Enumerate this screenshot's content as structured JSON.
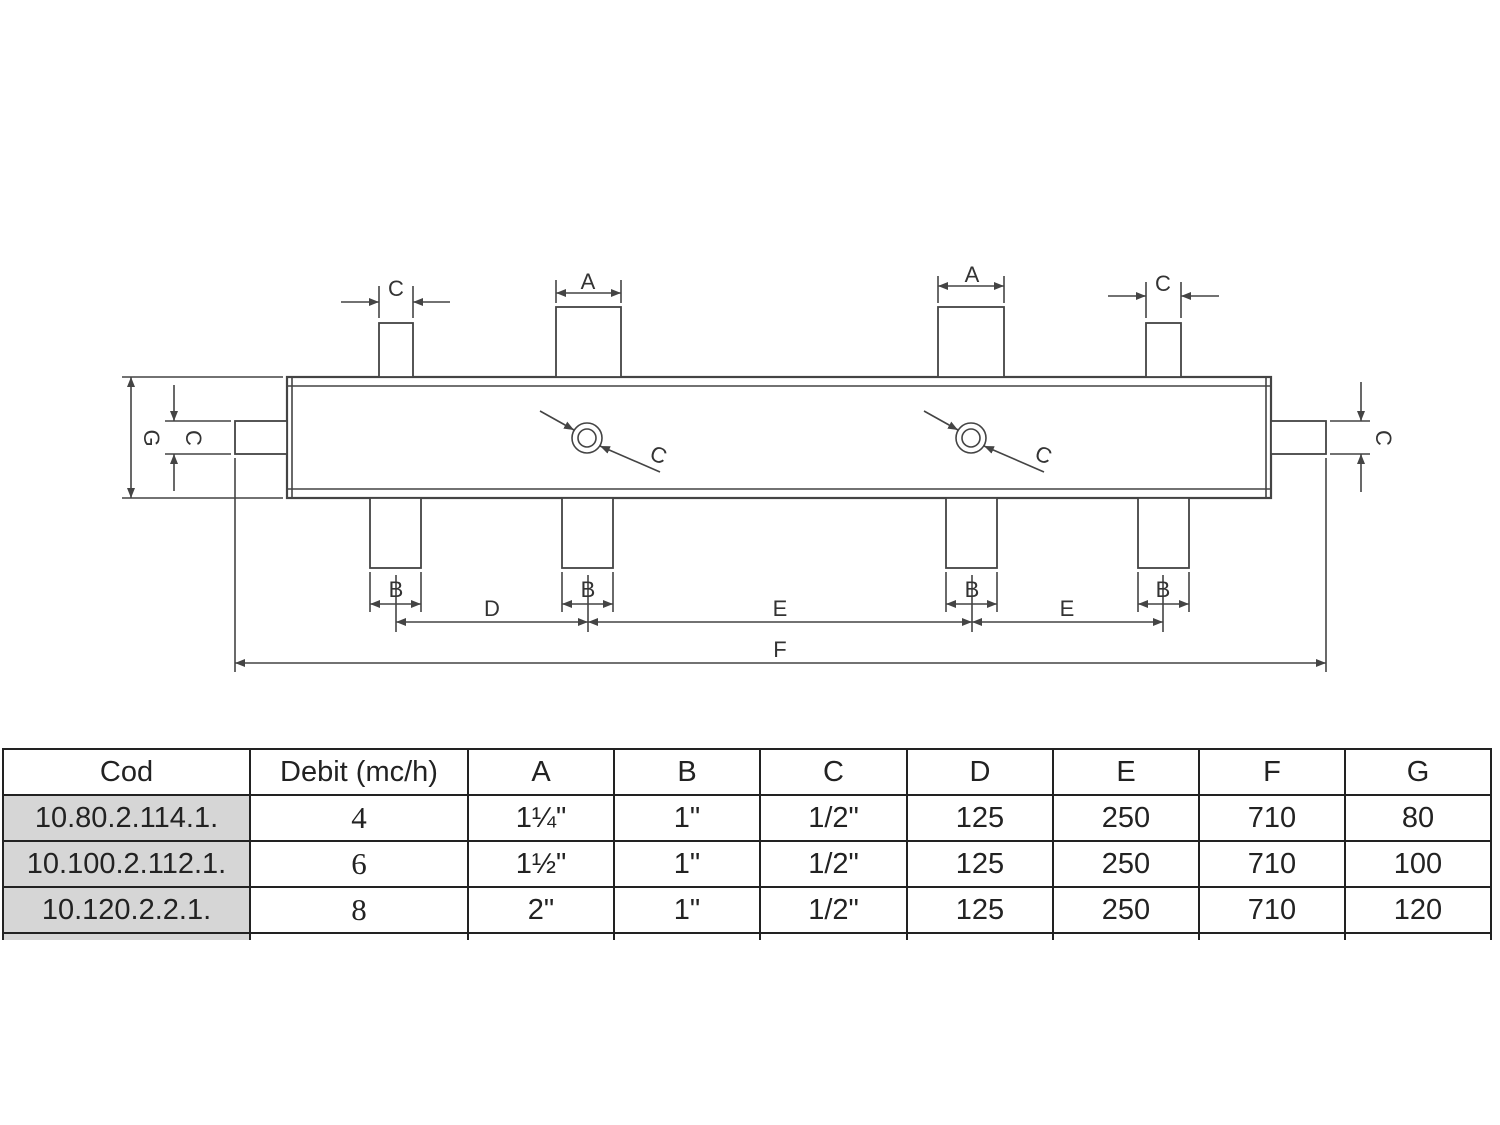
{
  "diagram": {
    "labels": {
      "A": "A",
      "B": "B",
      "C": "C",
      "D": "D",
      "E": "E",
      "F": "F",
      "G": "G"
    }
  },
  "table": {
    "headers": [
      "Cod",
      "Debit (mc/h)",
      "A",
      "B",
      "C",
      "D",
      "E",
      "F",
      "G"
    ],
    "rows": [
      [
        "10.80.2.114.1.",
        "4",
        "1¼\"",
        "1\"",
        "1/2\"",
        "125",
        "250",
        "710",
        "80"
      ],
      [
        "10.100.2.112.1.",
        "6",
        "1½\"",
        "1\"",
        "1/2\"",
        "125",
        "250",
        "710",
        "100"
      ],
      [
        "10.120.2.2.1.",
        "8",
        "2\"",
        "1\"",
        "1/2\"",
        "125",
        "250",
        "710",
        "120"
      ]
    ]
  }
}
